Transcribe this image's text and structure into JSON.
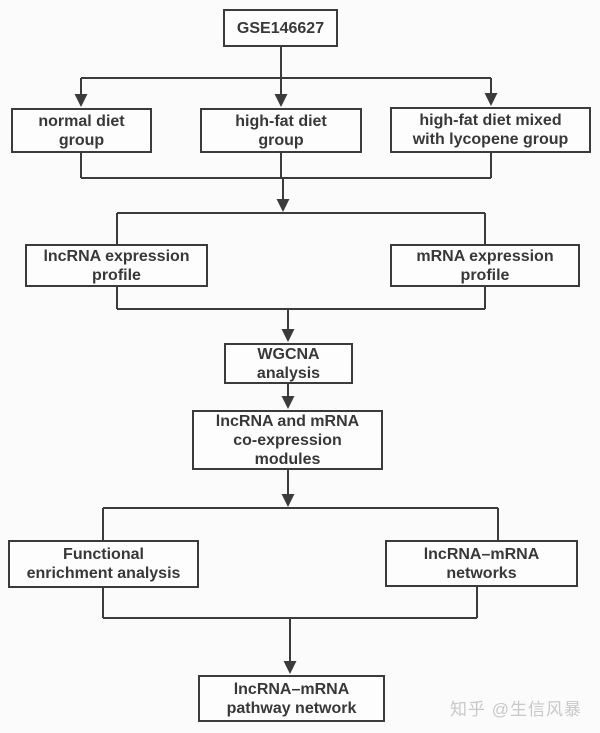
{
  "diagram": {
    "type": "flowchart",
    "colors": {
      "line": "#3b3b3b",
      "box_border": "#3b3b3b",
      "box_fill": "#fdfdfd",
      "text": "#383838",
      "background": "#fbfbfb",
      "watermark": "#c8c8c8"
    },
    "nodes": {
      "gse": {
        "id": "gse",
        "label": "GSE146627"
      },
      "normal_diet": {
        "id": "normal_diet",
        "label": "normal diet\ngroup"
      },
      "high_fat_diet": {
        "id": "high_fat_diet",
        "label": "high-fat diet\ngroup"
      },
      "lycopene": {
        "id": "lycopene",
        "label": "high-fat diet mixed\nwith lycopene group"
      },
      "lncrna_profile": {
        "id": "lncrna_profile",
        "label": "lncRNA expression\nprofile"
      },
      "mrna_profile": {
        "id": "mrna_profile",
        "label": "mRNA expression\nprofile"
      },
      "wgcna": {
        "id": "wgcna",
        "label": "WGCNA\nanalysis"
      },
      "modules": {
        "id": "modules",
        "label": "lncRNA and mRNA\nco-expression\nmodules"
      },
      "enrichment": {
        "id": "enrichment",
        "label": "Functional\nenrichment analysis"
      },
      "networks": {
        "id": "networks",
        "label": "lncRNA–mRNA\nnetworks"
      },
      "pathway": {
        "id": "pathway",
        "label": "lncRNA–mRNA\npathway network"
      }
    },
    "edges": [
      {
        "from": "gse",
        "to": "normal_diet"
      },
      {
        "from": "gse",
        "to": "high_fat_diet"
      },
      {
        "from": "gse",
        "to": "lycopene"
      },
      {
        "from": "normal_diet",
        "to": "lncrna_profile"
      },
      {
        "from": "normal_diet",
        "to": "mrna_profile"
      },
      {
        "from": "high_fat_diet",
        "to": "lncrna_profile"
      },
      {
        "from": "high_fat_diet",
        "to": "mrna_profile"
      },
      {
        "from": "lycopene",
        "to": "lncrna_profile"
      },
      {
        "from": "lycopene",
        "to": "mrna_profile"
      },
      {
        "from": "lncrna_profile",
        "to": "wgcna"
      },
      {
        "from": "mrna_profile",
        "to": "wgcna"
      },
      {
        "from": "wgcna",
        "to": "modules"
      },
      {
        "from": "modules",
        "to": "enrichment"
      },
      {
        "from": "modules",
        "to": "networks"
      },
      {
        "from": "enrichment",
        "to": "pathway"
      },
      {
        "from": "networks",
        "to": "pathway"
      }
    ],
    "watermark": {
      "text": "知乎 @生信风暴"
    }
  }
}
